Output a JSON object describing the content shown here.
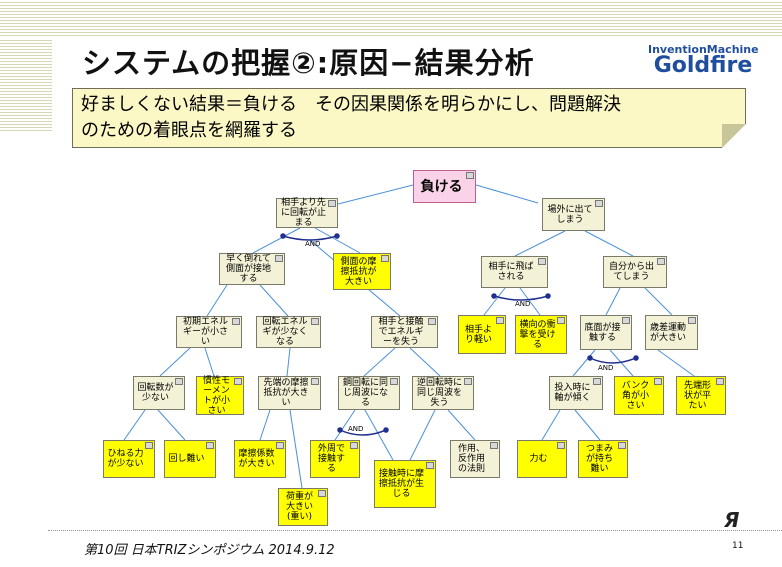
{
  "title": "システムの把握②:原因−結果分析",
  "logo": {
    "line1": "InventionMachine",
    "line2": "Goldfire"
  },
  "callout": {
    "line1": "好ましくない結果＝負ける　その因果関係を明らかにし、問題解決",
    "line2": "のための着眼点を網羅する"
  },
  "diagram": {
    "top": "負ける",
    "n1": "相手より先に回転が止まる",
    "n2": "場外に出てしまう",
    "n3": "早く倒れて側面が接地する",
    "n4": "側面の摩擦抵抗が大きい",
    "n5": "相手に飛ばされる",
    "n6": "自分から出てしまう",
    "n7": "初期エネルギーが小さい",
    "n8": "回転エネルギが少なくなる",
    "n9": "相手と接触でエネルギーを失う",
    "n10": "相手より軽い",
    "n11": "横向の衝撃を受ける",
    "n12": "底面が接触する",
    "n13": "歳差運動が大きい",
    "n14": "回転数が少ない",
    "n15": "慣性モーメントが小さい",
    "n16": "先端の摩擦抵抗が大きい",
    "n17": "鋼回転に同じ周波になる",
    "n18": "逆回転時に同じ周波を失う",
    "n19": "投入時に軸が傾く",
    "n20": "バンク角が小さい",
    "n21": "先端形状が平たい",
    "n22": "ひねる力が少ない",
    "n23": "回し難い",
    "n24": "摩擦係数が大きい",
    "n25": "外周で接触する",
    "n26": "荷重が大きい(重い)",
    "n27": "接触時に摩擦抵抗が生じる",
    "n28": "作用、反作用の法則",
    "n29": "力む",
    "n30": "つまみが持ち難い",
    "and": "AND"
  },
  "footer": "第10回 日本TRIZシンポジウム 2014.9.12",
  "page_number": "11",
  "colors": {
    "cause": "#f3f1d6",
    "root": "#ffff00",
    "top": "#fbd3e9",
    "edge": "#4a90d9",
    "and_line": "#1f2f8f"
  }
}
